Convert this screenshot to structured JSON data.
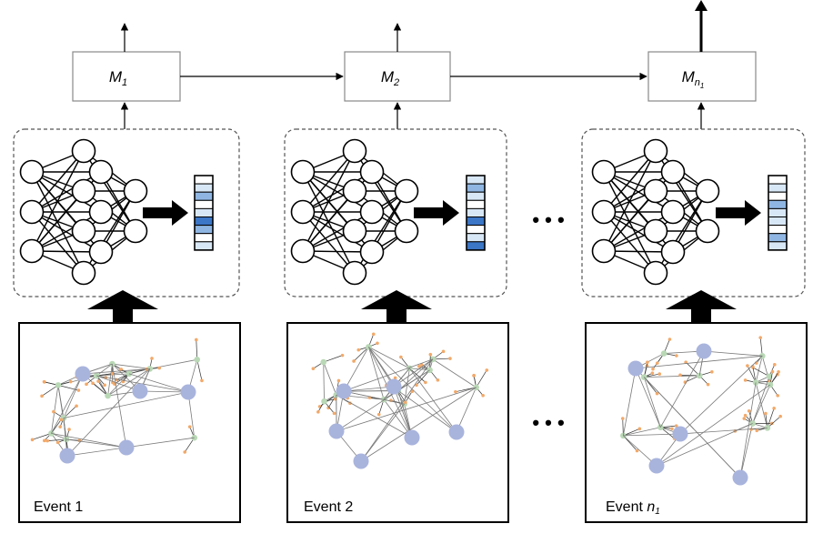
{
  "memory_boxes": [
    {
      "letter": "M",
      "sub": "1"
    },
    {
      "letter": "M",
      "sub": "2"
    },
    {
      "letter": "M",
      "sub": "n",
      "subsub": "1"
    }
  ],
  "events": [
    {
      "label": "Event 1",
      "suffix": "",
      "suffix_sub": ""
    },
    {
      "label": "Event 2",
      "suffix": "",
      "suffix_sub": ""
    },
    {
      "label": "Event ",
      "suffix": "n",
      "suffix_sub": "1"
    }
  ],
  "ellipsis": "• • •",
  "colors": {
    "stroke": "#000000",
    "dashed_border": "#555555",
    "vec_dark": "#3b76c7",
    "vec_mid": "#8fb6e3",
    "vec_light": "#d8e7f6",
    "node_big": "#a9b4dd",
    "node_green": "#b9d8b5",
    "node_orange": "#f2a96a",
    "edge": "#7a7a7a"
  },
  "vectors": [
    [
      "white",
      "light",
      "mid",
      "white",
      "light",
      "dark",
      "mid",
      "white",
      "light"
    ],
    [
      "light",
      "mid",
      "light",
      "white",
      "light",
      "dark",
      "white",
      "light",
      "dark"
    ],
    [
      "white",
      "light",
      "white",
      "mid",
      "light",
      "light",
      "white",
      "mid",
      "light"
    ]
  ]
}
